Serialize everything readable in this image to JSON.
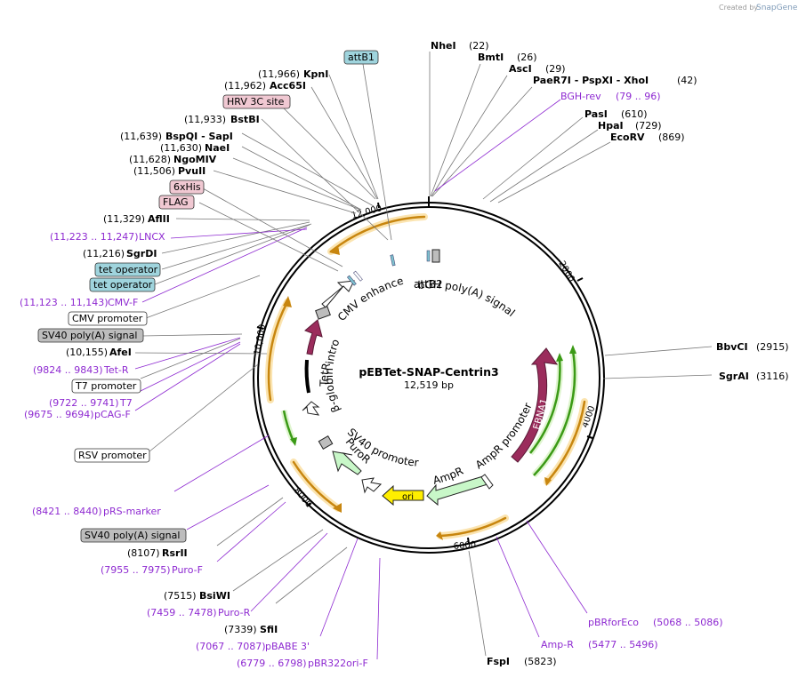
{
  "plasmid": {
    "name": "pEBTet-SNAP-Centrin3",
    "length": "12,519 bp",
    "total_bp": 12519
  },
  "credit": {
    "prefix": "Created by",
    "brand": "SnapGene",
    "brand_color": "#7f9bb8"
  },
  "colors": {
    "primer": "#8e2ad1",
    "orange_feature": "#f5a623",
    "green_feature": "#4caf1f",
    "maroon_feature": "#9b2c5c",
    "light_green": "#c8f7c8",
    "ori_yellow": "#ffee00",
    "teal_box": "#9fd4dd",
    "pink_box": "#f0c8d2",
    "gray_box": "#bdbdbd"
  },
  "ticks": [
    {
      "label": "2000",
      "bp": 2000
    },
    {
      "label": "4000",
      "bp": 4000
    },
    {
      "label": "6000",
      "bp": 6000
    },
    {
      "label": "8000",
      "bp": 8000
    },
    {
      "label": "10,000",
      "bp": 10000
    },
    {
      "label": "12,000",
      "bp": 12000
    }
  ],
  "enzymes_right": [
    {
      "name": "NheI",
      "pos": "(22)"
    },
    {
      "name": "BmtI",
      "pos": "(26)"
    },
    {
      "name": "AscI",
      "pos": "(29)"
    },
    {
      "name": "PaeR7I - PspXI - XhoI",
      "pos": "(42)"
    },
    {
      "name": "PasI",
      "pos": "(610)"
    },
    {
      "name": "HpaI",
      "pos": "(729)"
    },
    {
      "name": "EcoRV",
      "pos": "(869)"
    },
    {
      "name": "BbvCI",
      "pos": "(2915)"
    },
    {
      "name": "SgrAI",
      "pos": "(3116)"
    },
    {
      "name": "FspI",
      "pos": "(5823)"
    }
  ],
  "enzymes_left": [
    {
      "name": "KpnI",
      "pos": "(11,966)"
    },
    {
      "name": "Acc65I",
      "pos": "(11,962)"
    },
    {
      "name": "BstBI",
      "pos": "(11,933)"
    },
    {
      "name": "BspQI - SapI",
      "pos": "(11,639)"
    },
    {
      "name": "NaeI",
      "pos": "(11,630)"
    },
    {
      "name": "NgoMIV",
      "pos": "(11,628)"
    },
    {
      "name": "PvuII",
      "pos": "(11,506)"
    },
    {
      "name": "AflII",
      "pos": "(11,329)"
    },
    {
      "name": "SgrDI",
      "pos": "(11,216)"
    },
    {
      "name": "AfeI",
      "pos": "(10,155)"
    },
    {
      "name": "RsrII",
      "pos": "(8107)"
    },
    {
      "name": "BsiWI",
      "pos": "(7515)"
    },
    {
      "name": "SfiI",
      "pos": "(7339)"
    }
  ],
  "primers": [
    {
      "name": "BGH-rev",
      "range": "(79 .. 96)"
    },
    {
      "name": "pBRforEco",
      "range": "(5068 .. 5086)"
    },
    {
      "name": "Amp-R",
      "range": "(5477 .. 5496)"
    },
    {
      "name": "pBR322ori-F",
      "range": "(6779 .. 6798)"
    },
    {
      "name": "pBABE 3'",
      "range": "(7067 .. 7087)"
    },
    {
      "name": "Puro-R",
      "range": "(7459 .. 7478)"
    },
    {
      "name": "Puro-F",
      "range": "(7955 .. 7975)"
    },
    {
      "name": "pRS-marker",
      "range": "(8421 .. 8440)"
    },
    {
      "name": "pCAG-F",
      "range": "(9675 .. 9694)"
    },
    {
      "name": "T7",
      "range": "(9722 .. 9741)"
    },
    {
      "name": "Tet-R",
      "range": "(9824 .. 9843)"
    },
    {
      "name": "CMV-F",
      "range": "(11,123 .. 11,143)"
    },
    {
      "name": "LNCX",
      "range": "(11,223 .. 11,247)"
    }
  ],
  "feature_boxes": [
    {
      "label": "attB1",
      "style": "teal"
    },
    {
      "label": "HRV 3C site",
      "style": "pink"
    },
    {
      "label": "6xHis",
      "style": "pink"
    },
    {
      "label": "FLAG",
      "style": "pink"
    },
    {
      "label": "tet operator",
      "style": "teal"
    },
    {
      "label": "tet operator",
      "style": "teal"
    },
    {
      "label": "CMV promoter",
      "style": "white"
    },
    {
      "label": "SV40 poly(A) signal",
      "style": "gray"
    },
    {
      "label": "T7 promoter",
      "style": "white"
    },
    {
      "label": "RSV promoter",
      "style": "white"
    },
    {
      "label": "SV40 poly(A) signal",
      "style": "gray"
    }
  ],
  "inner_labels": {
    "bgh": "bGH poly(A) signal",
    "attb2": "attB2",
    "cmv_enhancer": "CMV enhancer",
    "tetr": "TetR",
    "beta_globin": "β-globin intron",
    "sv40_promoter": "SV40 promoter",
    "puror": "PuroR",
    "ori": "ori",
    "ampr": "AmpR",
    "ampr_promoter": "AmpR promoter",
    "ebna1": "EBNA1"
  }
}
